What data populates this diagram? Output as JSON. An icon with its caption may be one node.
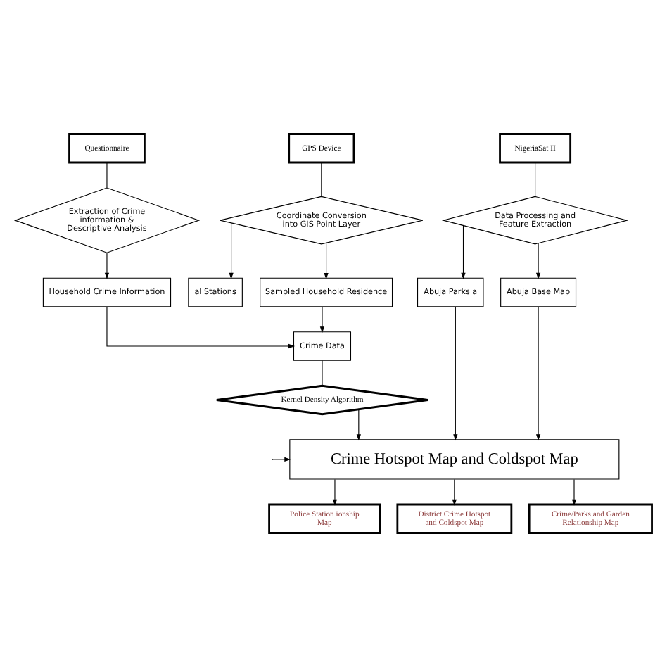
{
  "diagram": {
    "nodes": [
      {
        "text": [
          "GPS Device"
        ]
      },
      {
        "text": [
          "Coordinate Conversion into GIS Point Layer"
        ]
      },
      {
        "text": [
          "Questionnaire"
        ]
      },
      {
        "text": [
          "Extraction of Crime information & Descriptive Analysis"
        ]
      },
      {
        "text": [
          "NigeriaSat II"
        ]
      },
      {
        "text": [
          "Data Processing and Feature Extraction"
        ]
      },
      {
        "text": [
          "al Stations"
        ]
      },
      {
        "text": [
          "Sampled Household Residence"
        ]
      },
      {
        "text": [
          "Household Crime Information"
        ]
      },
      {
        "text": [
          "Abuja Base Map"
        ]
      },
      {
        "text": [
          "Abuja Parks a"
        ]
      },
      {
        "text": [
          "Crime Data"
        ]
      },
      {
        "text": [
          "Kernel Density Algorithm"
        ]
      },
      {
        "text": [
          "Crime Hotspot Map and Coldspot Map"
        ]
      },
      {
        "text": [
          "Police Station ionship Map"
        ]
      },
      {
        "text": [
          "District Crime Hotspot and Coldspot Map"
        ]
      },
      {
        "text": [
          "Crime/Parks and Garden Relationship Map"
        ]
      }
    ],
    "edges": [
      {
        "from": 0,
        "to": 1,
        "arrow": "none"
      },
      {
        "from": 2,
        "to": 3,
        "arrow": "none"
      },
      {
        "from": 4,
        "to": 5,
        "arrow": "none"
      },
      {
        "from": 1,
        "to": 6,
        "arrow": "to"
      },
      {
        "from": 1,
        "to": 7,
        "arrow": "to"
      },
      {
        "from": 3,
        "to": 8,
        "arrow": "to"
      },
      {
        "from": 5,
        "to": 9,
        "arrow": "to"
      },
      {
        "from": 5,
        "to": 10,
        "arrow": "to"
      },
      {
        "from": 7,
        "to": 11,
        "arrow": "to"
      },
      {
        "from": 8,
        "to": 11,
        "arrow": "to"
      },
      {
        "from": 11,
        "to": 12,
        "arrow": "none"
      },
      {
        "from": 12,
        "to": 13,
        "arrow": "to"
      },
      {
        "from": null,
        "to": 13,
        "arrow": "to"
      },
      {
        "from": 9,
        "to": 13,
        "arrow": "to"
      },
      {
        "from": 10,
        "to": 13,
        "arrow": "to"
      },
      {
        "from": 13,
        "to": 14,
        "arrow": "to"
      },
      {
        "from": 13,
        "to": 15,
        "arrow": "to"
      },
      {
        "from": 13,
        "to": 16,
        "arrow": "to"
      }
    ]
  }
}
